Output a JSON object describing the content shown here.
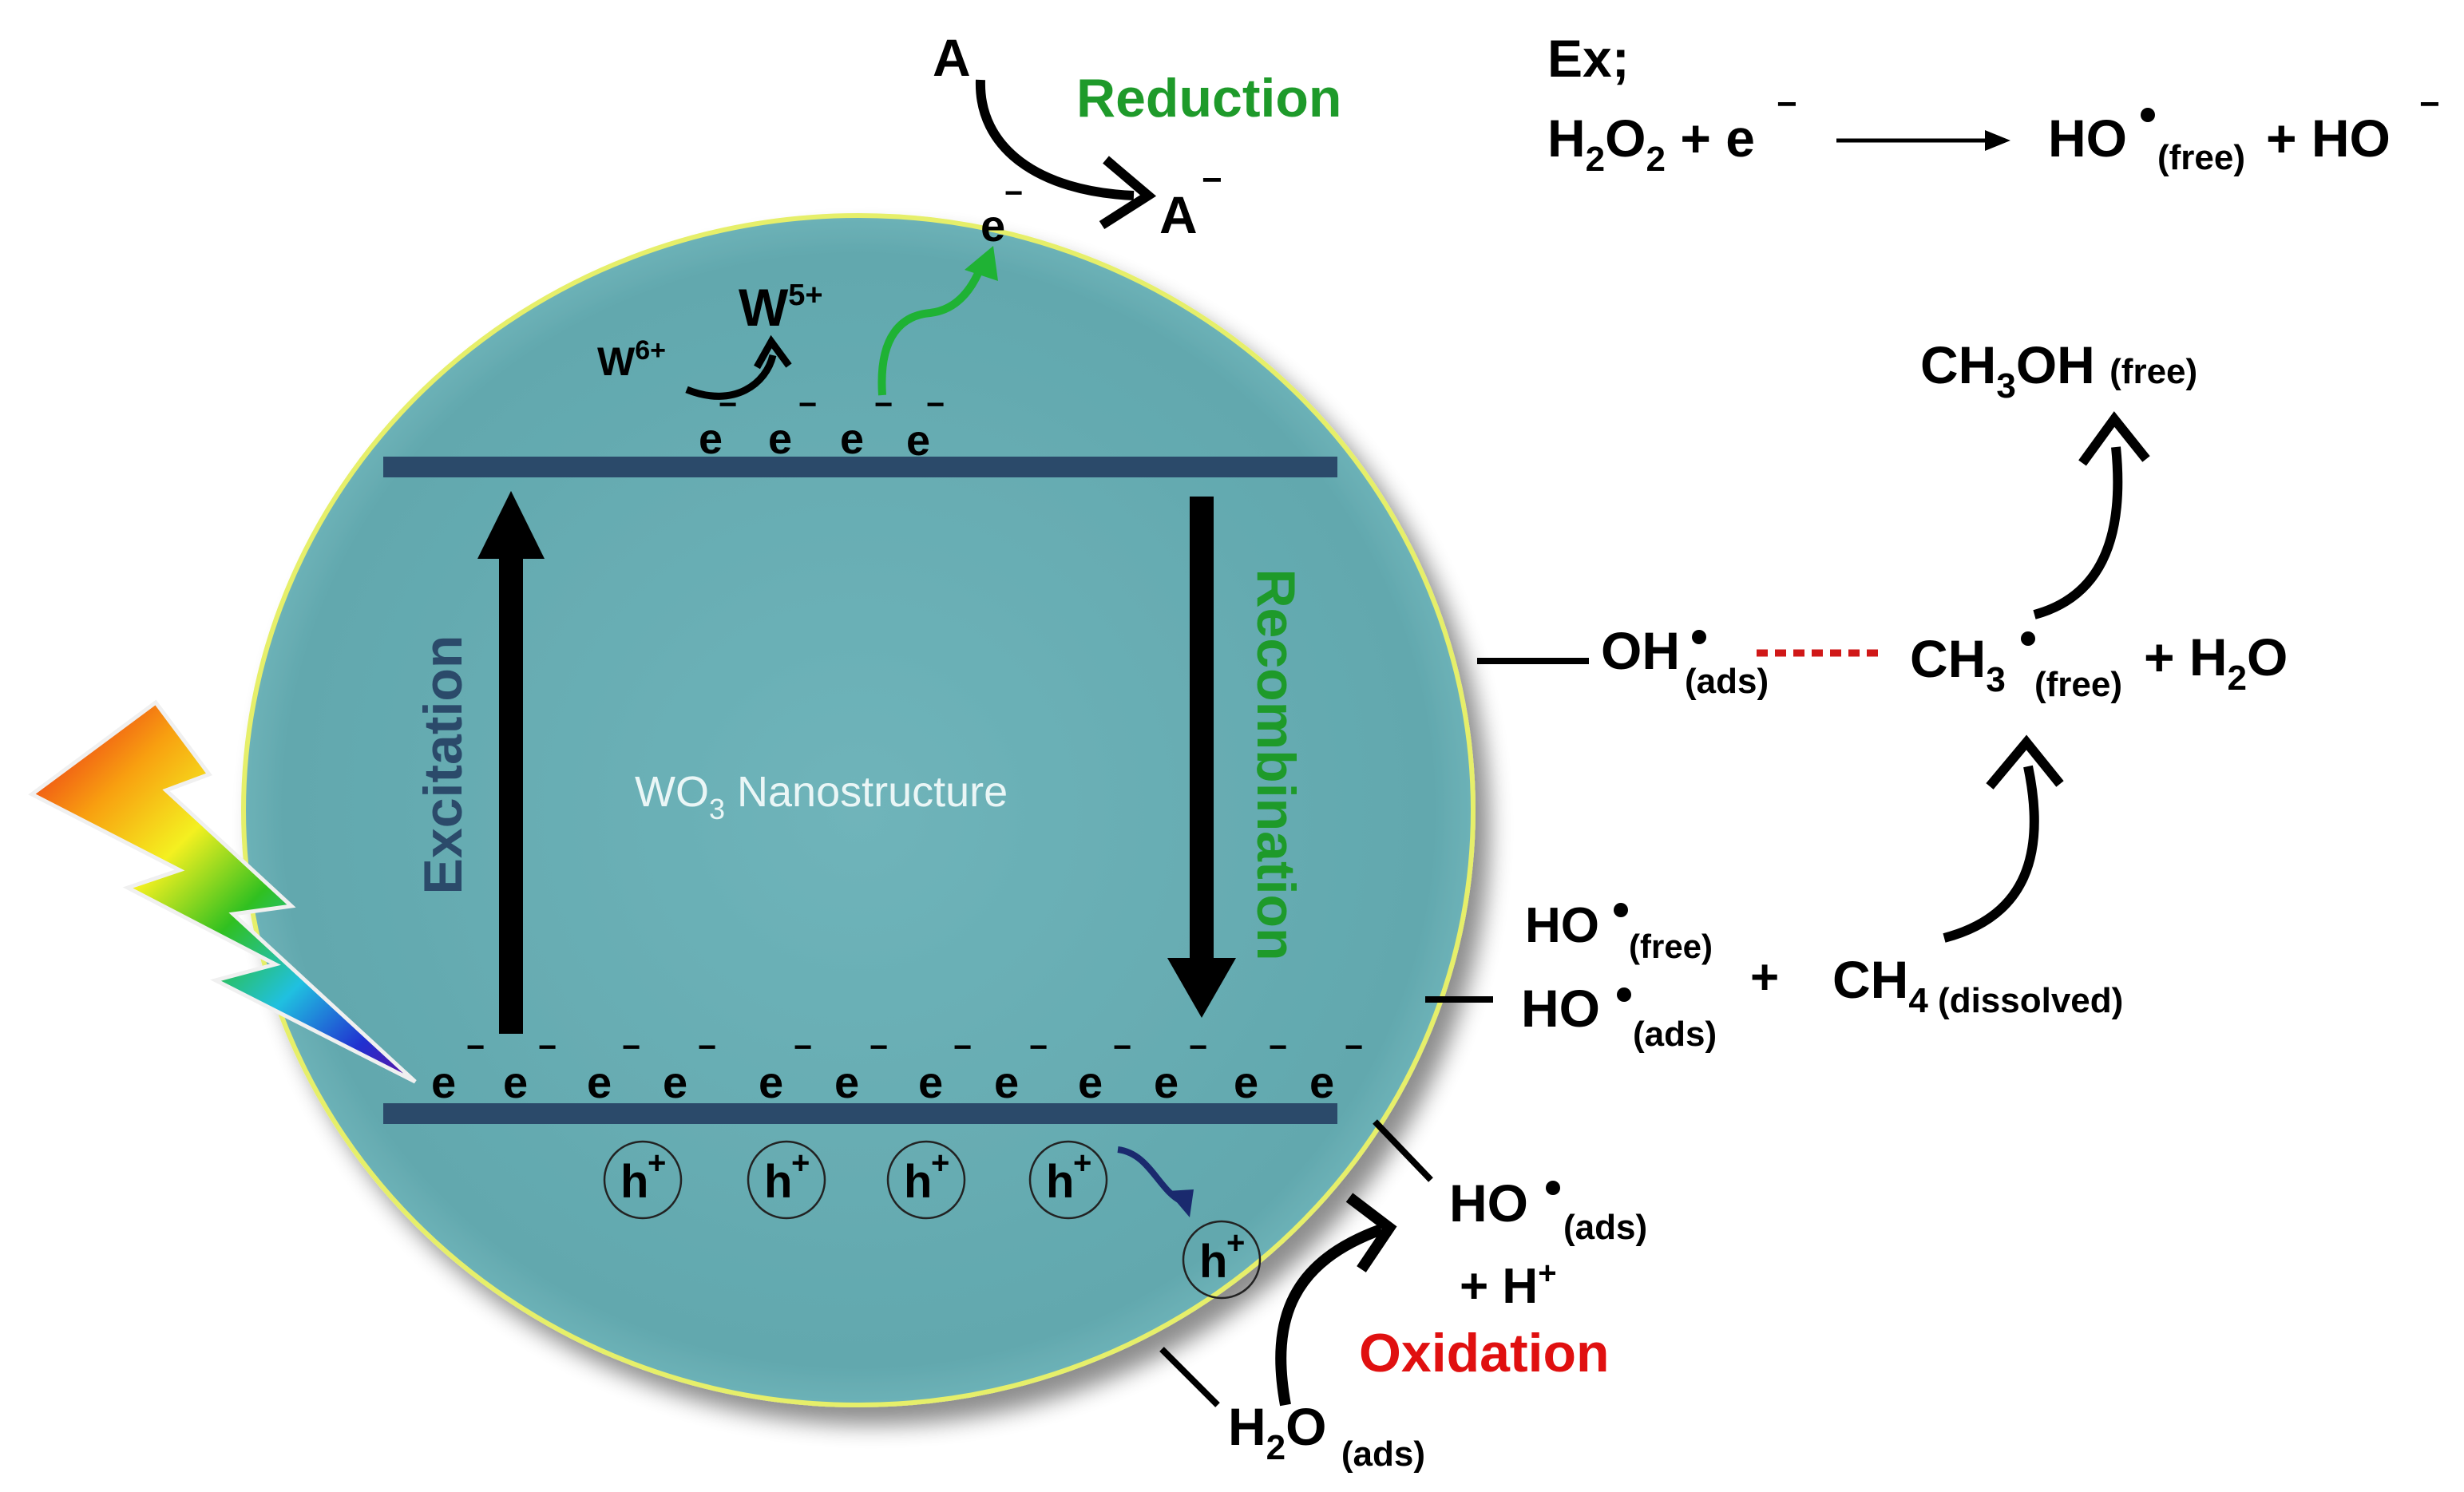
{
  "colors": {
    "sphere_fill": "#69aeb4",
    "sphere_rim": "#e6ef6a",
    "band": "#2b4a6a",
    "excitation_label": "#2b4a6a",
    "recombination_label": "#1e9a2a",
    "reduction_label": "#1e9a2a",
    "oxidation_label": "#e01010",
    "green_arrow": "#1fb234",
    "hole_arrow": "#1a2a6e",
    "dotted_bond": "#d01818"
  },
  "labels": {
    "reduction": "Reduction",
    "oxidation": "Oxidation",
    "excitation": "Excitation",
    "recombination": "Recombination",
    "nanostructure_main": "WO",
    "nanostructure_sub": "3",
    "nanostructure_rest": " Nanostructure"
  },
  "species": {
    "A": "A",
    "A_minus": "A",
    "minus": "−",
    "e": "e",
    "h": "h",
    "plus": "+",
    "w6_base": "W",
    "w6_sup": "6+",
    "w5_base": "W",
    "w5_sup": "5+"
  },
  "example": {
    "prefix": "Ex;",
    "h": "H",
    "sub2": "2",
    "o": "O",
    "plus_e": " + e",
    "ho": "HO",
    "free": "(free)",
    "plus_ho": " + HO"
  },
  "reactions": {
    "oh": "OH",
    "ads": "(ads)",
    "ch3": "CH",
    "sub3": "3",
    "free": "(free)",
    "plus_h2o_pre": " + H",
    "plus_h2o_sub": "2",
    "plus_h2o_post": "O",
    "ch3oh_pre": "CH",
    "ch3oh_sub": "3",
    "ch3oh_post": "OH ",
    "ho": "HO",
    "plus": "+",
    "ch4": "CH",
    "sub4": "4",
    "dissolved": " (dissolved)",
    "plus_hplus_pre": "+ H",
    "plus_hplus_sup": "+",
    "h2o_pre": "H",
    "h2o_sub": "2",
    "h2o_post": "O "
  }
}
